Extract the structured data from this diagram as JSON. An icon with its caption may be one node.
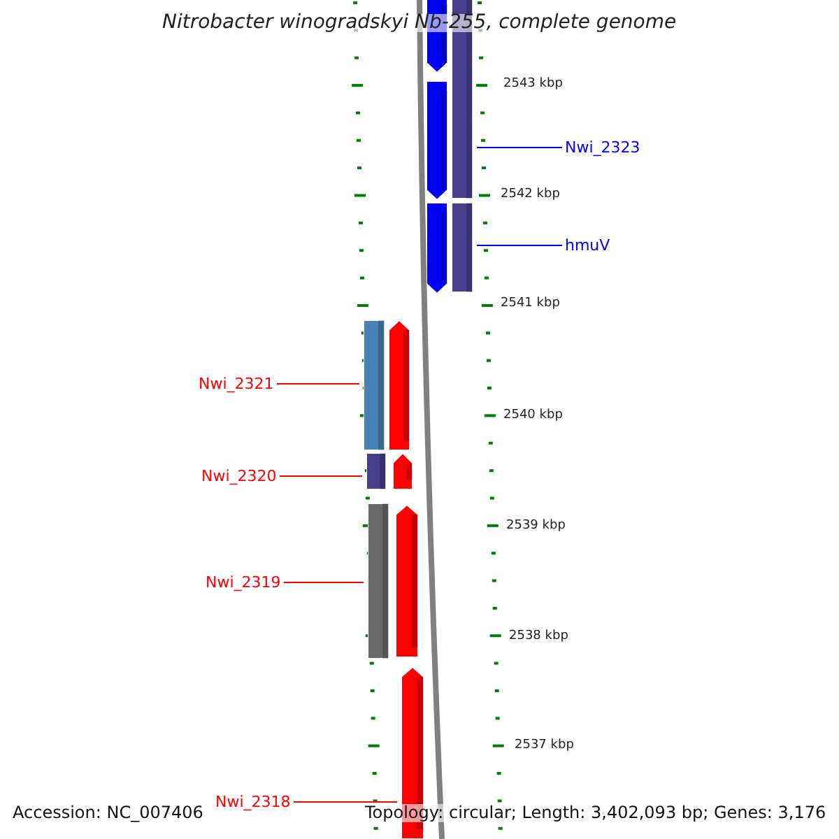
{
  "diagram": {
    "title": "Nitrobacter winogradskyi Nb-255, complete genome",
    "nodes": [
      {
        "text": [
          "Nwi_2323"
        ]
      },
      {
        "text": [
          "hmuV"
        ]
      },
      {
        "text": [
          "Nwi_2321"
        ]
      },
      {
        "text": [
          "Nwi_2320"
        ]
      },
      {
        "text": [
          "Nwi_2319"
        ]
      },
      {
        "text": [
          "Nwi_2318"
        ]
      },
      {
        "text": [],
        "shape": "arrow"
      },
      {
        "text": [],
        "shape": "arrow"
      },
      {
        "text": [],
        "shape": "arrow"
      },
      {
        "text": [],
        "shape": "bar"
      },
      {
        "text": [],
        "shape": "bar"
      },
      {
        "text": [],
        "shape": "bar"
      },
      {
        "text": [],
        "shape": "bar"
      },
      {
        "text": [],
        "shape": "bar"
      },
      {
        "text": [],
        "shape": "arrow"
      },
      {
        "text": [],
        "shape": "arrow"
      },
      {
        "text": [],
        "shape": "arrow"
      },
      {
        "text": [],
        "shape": "arrow"
      }
    ],
    "edges": [
      {
        "from": 0,
        "to": 9,
        "arrow": "none",
        "color": "#0000ff"
      },
      {
        "from": 1,
        "to": 10,
        "arrow": "none",
        "color": "#0000ff"
      },
      {
        "from": 2,
        "to": 11,
        "arrow": "none"
      },
      {
        "from": 3,
        "to": 12,
        "arrow": "none"
      },
      {
        "from": 4,
        "to": 13,
        "arrow": "none"
      },
      {
        "from": 5,
        "to": 17,
        "arrow": "none"
      }
    ],
    "labels": [
      "2543 kbp",
      "2542 kbp",
      "2541 kbp",
      "2540 kbp",
      "2539 kbp",
      "2538 kbp",
      "2537 kbp",
      "Accession: NC_007406",
      "Topology: circular; Length: 3,402,093 bp; Genes: 3,176"
    ]
  }
}
